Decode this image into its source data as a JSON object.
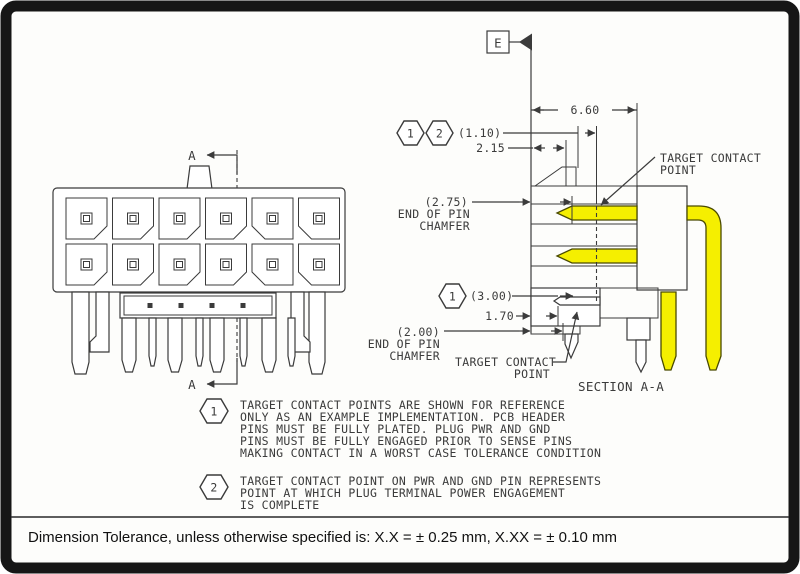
{
  "section_view": {
    "flag": "E",
    "title": "SECTION A-A",
    "dim_660": "6.60",
    "dim_110": "(1.10)",
    "dim_215": "2.15",
    "dim_275": "(2.75)",
    "dim_300": "(3.00)",
    "dim_170": "1.70",
    "dim_200": "(2.00)",
    "end_of_pin_line1": "END OF PIN",
    "end_of_pin_line2": "CHAMFER",
    "target_contact_line1": "TARGET CONTACT",
    "target_contact_line2": "POINT",
    "flag_1": "1",
    "flag_2": "2"
  },
  "left_view": {
    "section_arrow_label": "A"
  },
  "notes": {
    "note1": {
      "flag": "1",
      "lines": [
        "TARGET CONTACT POINTS ARE SHOWN FOR REFERENCE",
        "ONLY AS AN EXAMPLE IMPLEMENTATION.  PCB HEADER",
        "PINS MUST BE FULLY PLATED.  PLUG PWR AND GND",
        "PINS MUST BE FULLY ENGAGED PRIOR TO SENSE PINS",
        "MAKING CONTACT IN A WORST CASE TOLERANCE CONDITION"
      ]
    },
    "note2": {
      "flag": "2",
      "lines": [
        "TARGET CONTACT POINT ON PWR AND GND PIN REPRESENTS",
        "POINT AT WHICH PLUG TERMINAL POWER ENGAGEMENT",
        "IS COMPLETE"
      ]
    }
  },
  "footer": {
    "tolerance": "Dimension Tolerance, unless otherwise specified is:  X.X = ± 0.25 mm, X.XX = ± 0.10 mm"
  },
  "colors": {
    "pin": "#F5EF00",
    "line": "#3B3B3B",
    "frame": "#161616",
    "background": "#FDFDFB"
  }
}
